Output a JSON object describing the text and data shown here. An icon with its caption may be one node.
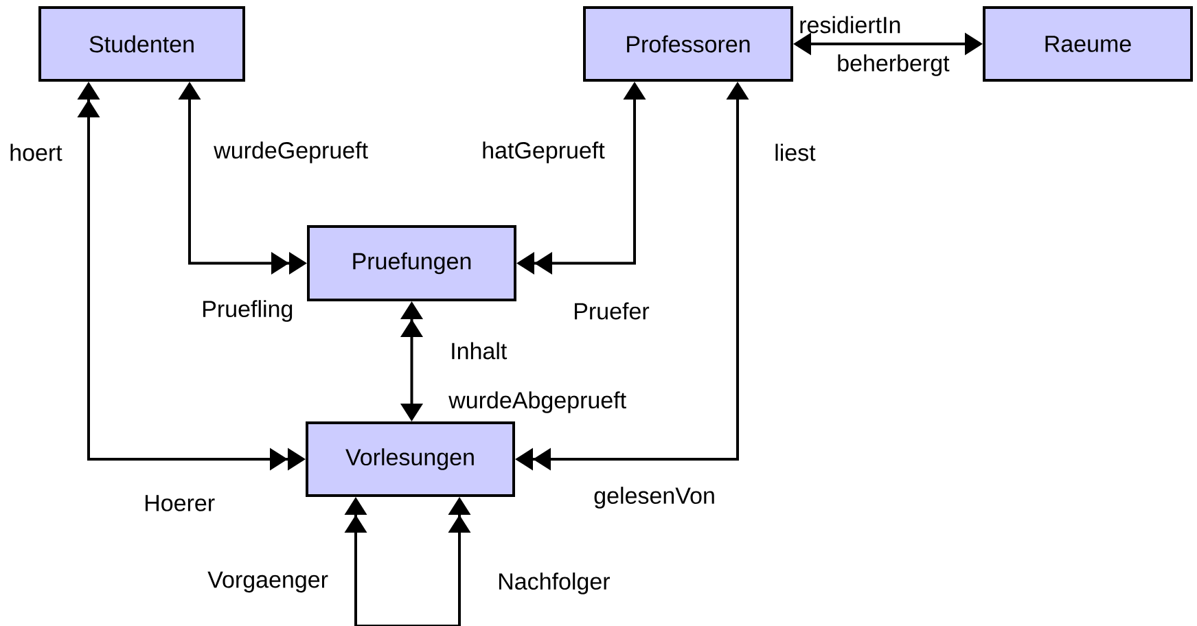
{
  "diagram": {
    "nodes": [
      {
        "text": [
          "Studenten"
        ]
      },
      {
        "text": [
          "Professoren"
        ]
      },
      {
        "text": [
          "Raeume"
        ]
      },
      {
        "text": [
          "Pruefungen"
        ]
      },
      {
        "text": [
          "Vorlesungen"
        ]
      }
    ],
    "edges": [
      {
        "from": 0,
        "to": 4,
        "arrow": "both",
        "label": "hoert"
      },
      {
        "from": 0,
        "to": 3,
        "arrow": "both",
        "label": "wurdeGeprueft"
      },
      {
        "from": 1,
        "to": 3,
        "arrow": "both",
        "label": "hatGeprueft"
      },
      {
        "from": 1,
        "to": 4,
        "arrow": "both",
        "label": "liest"
      },
      {
        "from": 1,
        "to": 2,
        "arrow": "both",
        "label": "residiertIn"
      },
      {
        "from": 3,
        "to": 4,
        "arrow": "both",
        "label": "Inhalt"
      },
      {
        "from": 4,
        "to": 4,
        "arrow": "both",
        "label": "Vorgaenger"
      }
    ],
    "labels": [
      "beherbergt",
      "Pruefling",
      "Pruefer",
      "wurdeAbgeprueft",
      "Hoerer",
      "gelesenVon",
      "Nachfolger"
    ]
  }
}
